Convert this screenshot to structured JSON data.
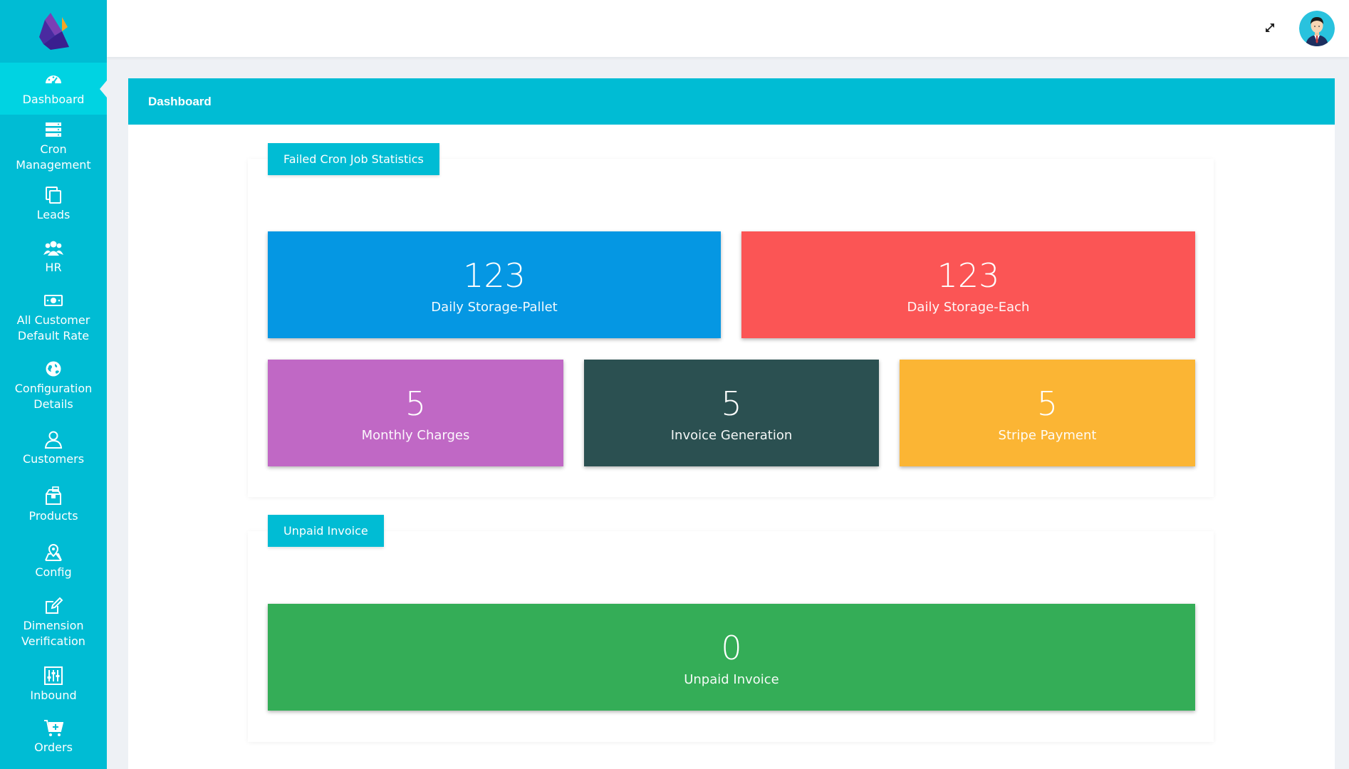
{
  "sidebar": {
    "items": [
      {
        "label": "Dashboard",
        "icon": "dashboard-gauge-icon",
        "active": true
      },
      {
        "label": "Cron\nManagement",
        "icon": "server-icon"
      },
      {
        "label": "Leads",
        "icon": "copy-icon"
      },
      {
        "label": "HR",
        "icon": "users-icon"
      },
      {
        "label": "All Customer\nDefault Rate",
        "icon": "money-icon"
      },
      {
        "label": "Configuration\nDetails",
        "icon": "globe-icon"
      },
      {
        "label": "Customers",
        "icon": "user-outline-icon"
      },
      {
        "label": "Products",
        "icon": "boxes-icon"
      },
      {
        "label": "Config",
        "icon": "map-pin-icon"
      },
      {
        "label": "Dimension\nVerification",
        "icon": "edit-icon"
      },
      {
        "label": "Inbound",
        "icon": "sliders-icon"
      },
      {
        "label": "Orders",
        "icon": "cart-plus-icon"
      }
    ]
  },
  "header": {
    "title": "Dashboard"
  },
  "failed_cron": {
    "title": "Failed Cron Job Statistics",
    "cards": [
      {
        "value": "123",
        "label": "Daily Storage-Pallet",
        "color": "#0597e3"
      },
      {
        "value": "123",
        "label": "Daily Storage-Each",
        "color": "#fb5555"
      },
      {
        "value": "5",
        "label": "Monthly Charges",
        "color": "#c068c5"
      },
      {
        "value": "5",
        "label": "Invoice Generation",
        "color": "#2b5051"
      },
      {
        "value": "5",
        "label": "Stripe Payment",
        "color": "#fbb534"
      }
    ]
  },
  "unpaid": {
    "title": "Unpaid Invoice",
    "cards": [
      {
        "value": "0",
        "label": "Unpaid Invoice",
        "color": "#34ad57"
      }
    ]
  },
  "colors": {
    "primary": "#00bcd4",
    "active_nav": "#00d3e2",
    "background": "#eef1f5"
  }
}
